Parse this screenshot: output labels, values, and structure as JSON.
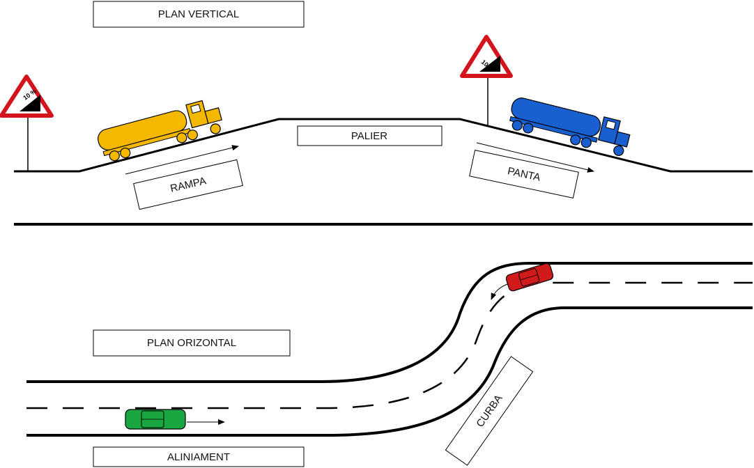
{
  "labels": {
    "plan_vertical": "PLAN VERTICAL",
    "rampa": "RAMPA",
    "palier": "PALIER",
    "panta": "PANTA",
    "plan_orizontal": "PLAN ORIZONTAL",
    "curba": "CURBA",
    "aliniament": "ALINIAMENT"
  },
  "signs": {
    "grade_text": "10 %"
  },
  "vehicles": {
    "truck_up": {
      "icon": "tanker-truck-icon",
      "color": "#f5b800"
    },
    "truck_down": {
      "icon": "tanker-truck-icon",
      "color": "#1a5fd0"
    },
    "car_red": {
      "icon": "car-icon",
      "color": "#d11a1a"
    },
    "car_green": {
      "icon": "car-icon",
      "color": "#1aa640"
    }
  },
  "colors": {
    "sign_border": "#d4141c",
    "line": "#000000"
  }
}
